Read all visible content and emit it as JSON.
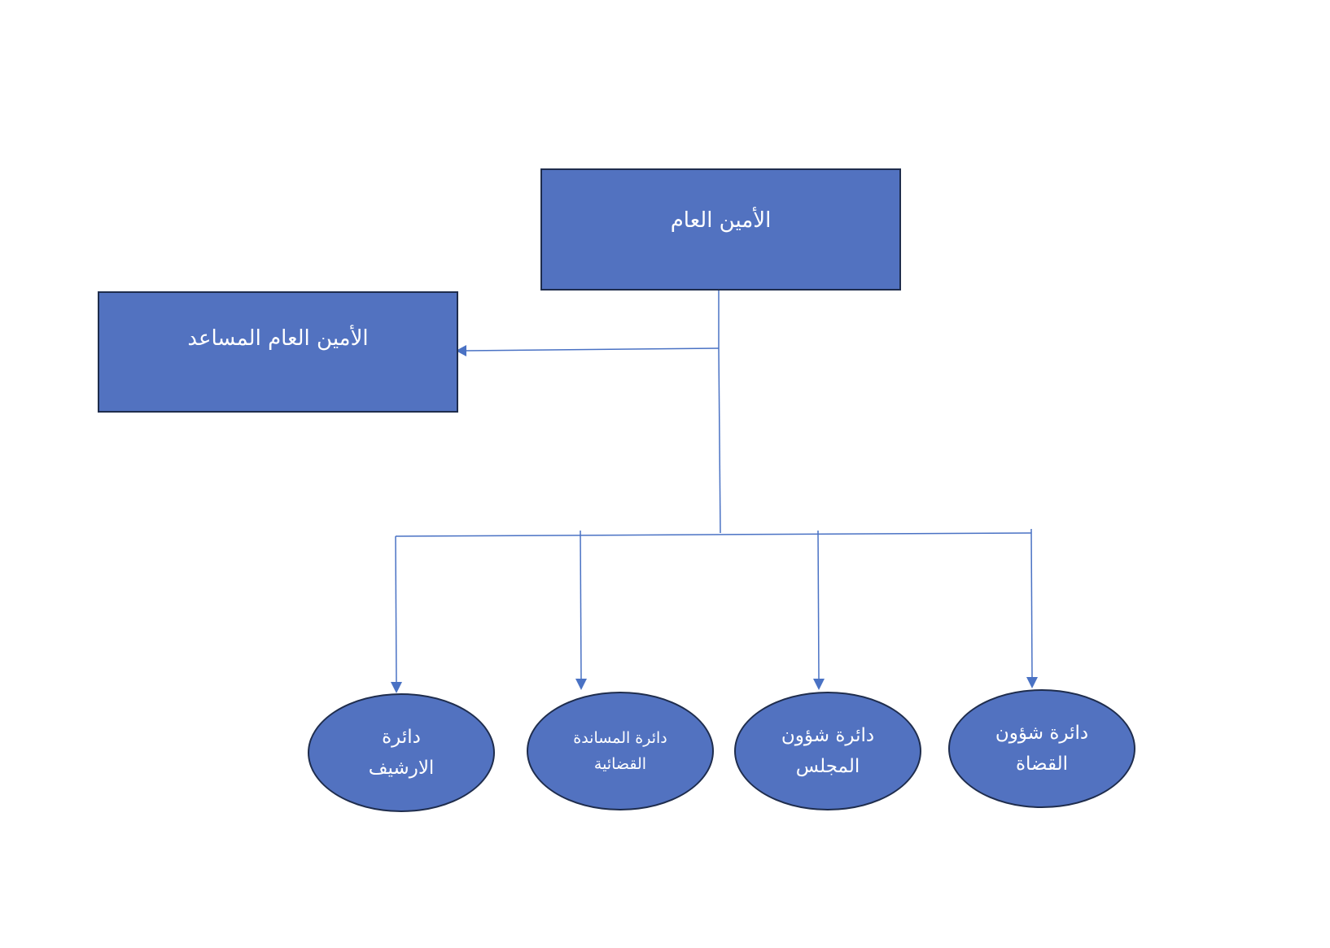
{
  "colors": {
    "fill": "#5272c0",
    "border": "#1f2d4d",
    "connector": "#4a72c4",
    "text": "#ffffff"
  },
  "nodes": {
    "secretary_general": {
      "label": "الأمين العام"
    },
    "assistant_secretary_general": {
      "label": "الأمين العام المساعد"
    },
    "archive_department": {
      "line1": "دائرة",
      "line2": "الارشيف"
    },
    "judicial_support_department": {
      "line1": "دائرة المساندة",
      "line2": "القضائية"
    },
    "council_affairs_department": {
      "line1": "دائرة شؤون",
      "line2": "المجلس"
    },
    "judges_affairs_department": {
      "line1": "دائرة شؤون",
      "line2": "القضاة"
    }
  }
}
